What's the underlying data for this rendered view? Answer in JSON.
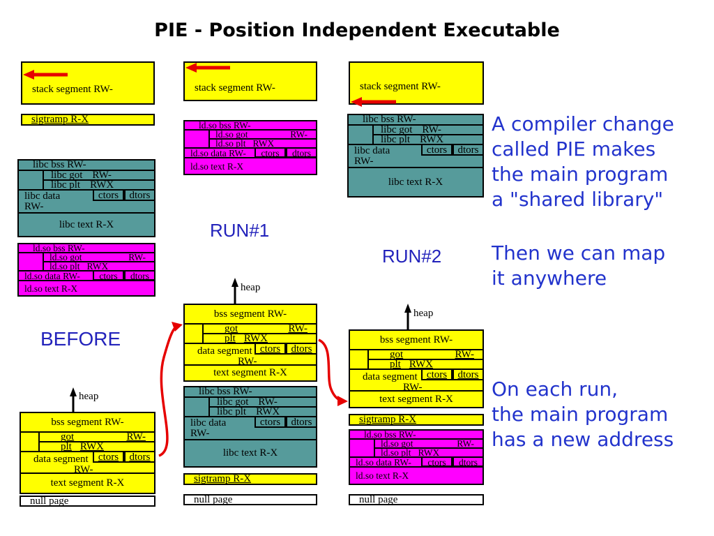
{
  "title": "PIE - Position Independent Executable",
  "labels": {
    "before": "BEFORE",
    "run1": "RUN#1",
    "run2": "RUN#2",
    "heap": "heap"
  },
  "notes": {
    "compiler": [
      "A compiler change",
      "called PIE makes",
      "the main program",
      "a \"shared library\""
    ],
    "map": [
      "Then we can map",
      "it anywhere"
    ],
    "address": [
      "On each run,",
      "the main program",
      "has a new address"
    ]
  },
  "segments": {
    "stack": "stack segment RW-",
    "sigtramp": "sigtramp R-X",
    "null_page": "null page",
    "main": {
      "bss": "bss segment RW-",
      "got": "got",
      "got_perm": "RW-",
      "plt": "plt",
      "plt_perm": "RWX",
      "data1": "data segment",
      "data2": "RW-",
      "ctors": "ctors",
      "dtors": "dtors",
      "text": "text segment R-X"
    },
    "libc": {
      "bss": "libc bss RW-",
      "got": "libc got",
      "got_perm": "RW-",
      "plt": "libc plt",
      "plt_perm": "RWX",
      "data1": "libc data",
      "data2": "RW-",
      "ctors": "ctors",
      "dtors": "dtors",
      "text": "libc text R-X"
    },
    "ldso": {
      "bss": "ld.so bss RW-",
      "got": "ld.so got",
      "got_perm": "RW-",
      "plt": "ld.so plt",
      "plt_perm": "RWX",
      "data": "ld.so data RW-",
      "ctors": "ctors",
      "dtors": "dtors",
      "text": "ld.so text R-X"
    }
  },
  "colors": {
    "yellow": "#ffff00",
    "magenta": "#ff00ff",
    "teal": "#569b9b",
    "white": "#ffffff",
    "label_blue": "#2222bb",
    "note_blue": "#2233cc",
    "arrow_red": "#e60000"
  }
}
